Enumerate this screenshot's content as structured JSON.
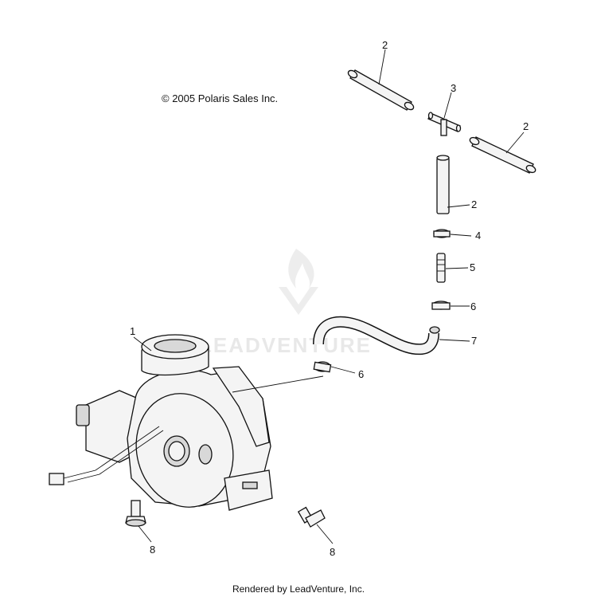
{
  "copyright": "© 2005 Polaris Sales Inc.",
  "footer": "Rendered by LeadVenture, Inc.",
  "watermark": "LEADVENTURE",
  "callouts": {
    "c1": "1",
    "c2a": "2",
    "c2b": "2",
    "c2c": "2",
    "c3": "3",
    "c4": "4",
    "c5": "5",
    "c6a": "6",
    "c6b": "6",
    "c7": "7",
    "c8a": "8",
    "c8b": "8"
  }
}
